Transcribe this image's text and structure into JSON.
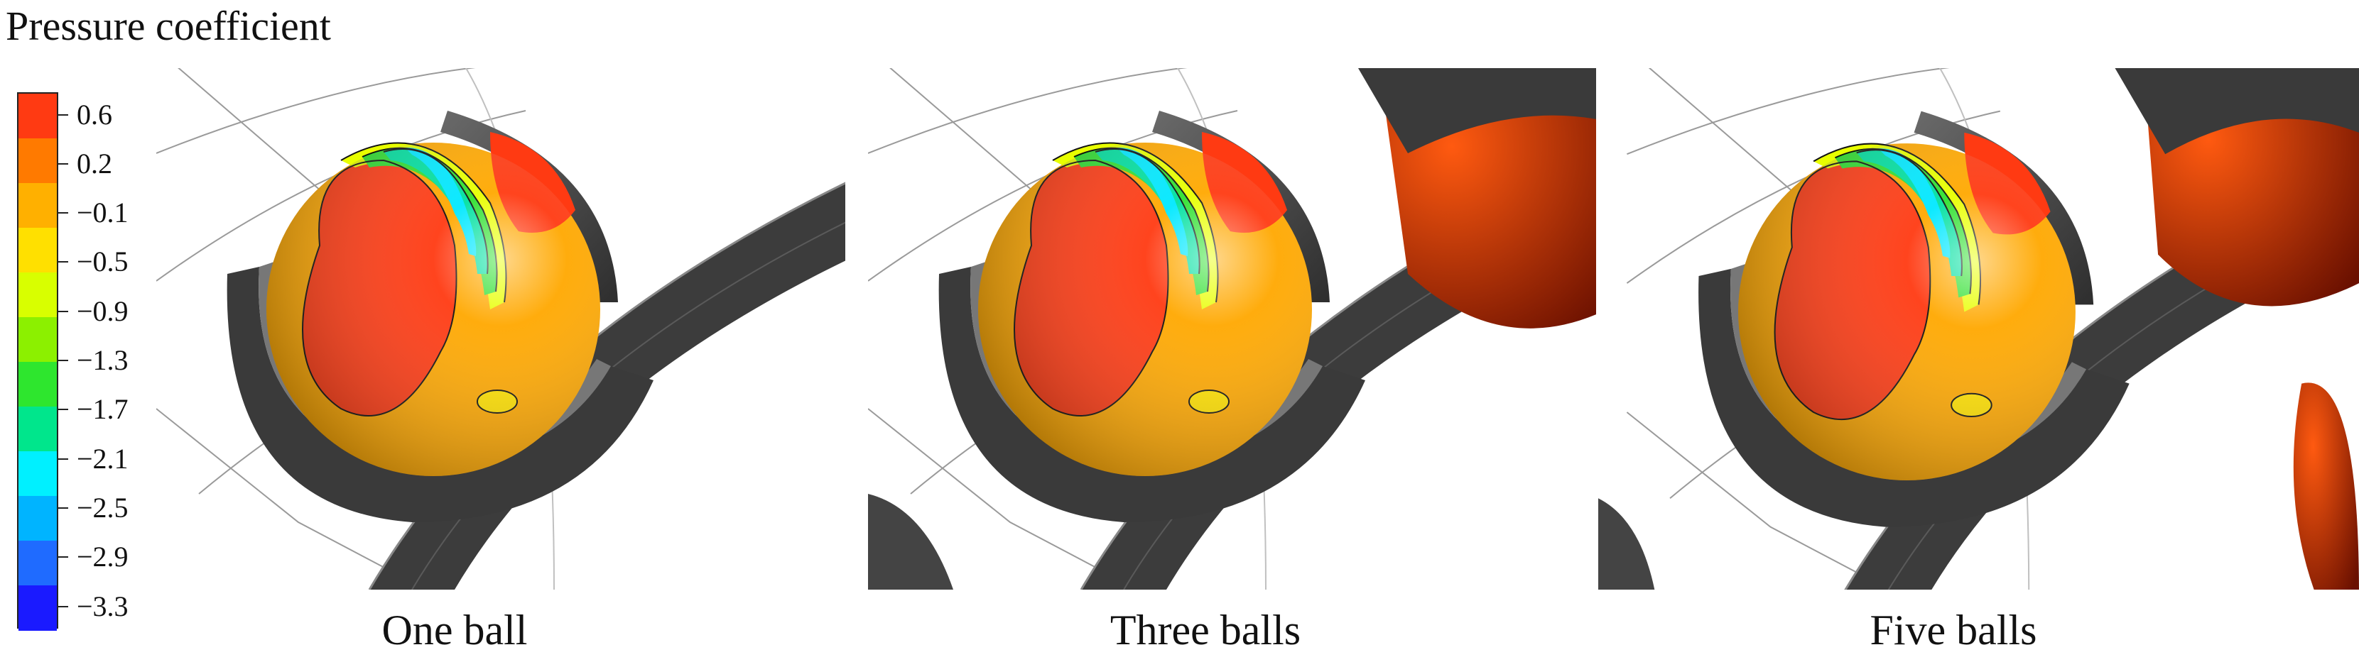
{
  "legend": {
    "title": "Pressure coefficient",
    "ticks": [
      "0.6",
      "0.2",
      "−0.1",
      "−0.5",
      "−0.9",
      "−1.3",
      "−1.7",
      "−2.1",
      "−2.5",
      "−2.9",
      "−3.3"
    ],
    "colors": [
      "#ff3a12",
      "#ff7a00",
      "#ffb000",
      "#ffe000",
      "#d8ff00",
      "#8cf000",
      "#2ee62e",
      "#00e68c",
      "#00f0ff",
      "#00b4ff",
      "#1f6bff",
      "#1a1aff"
    ]
  },
  "panels": [
    {
      "caption": "One ball"
    },
    {
      "caption": "Three balls"
    },
    {
      "caption": "Five balls"
    }
  ]
}
